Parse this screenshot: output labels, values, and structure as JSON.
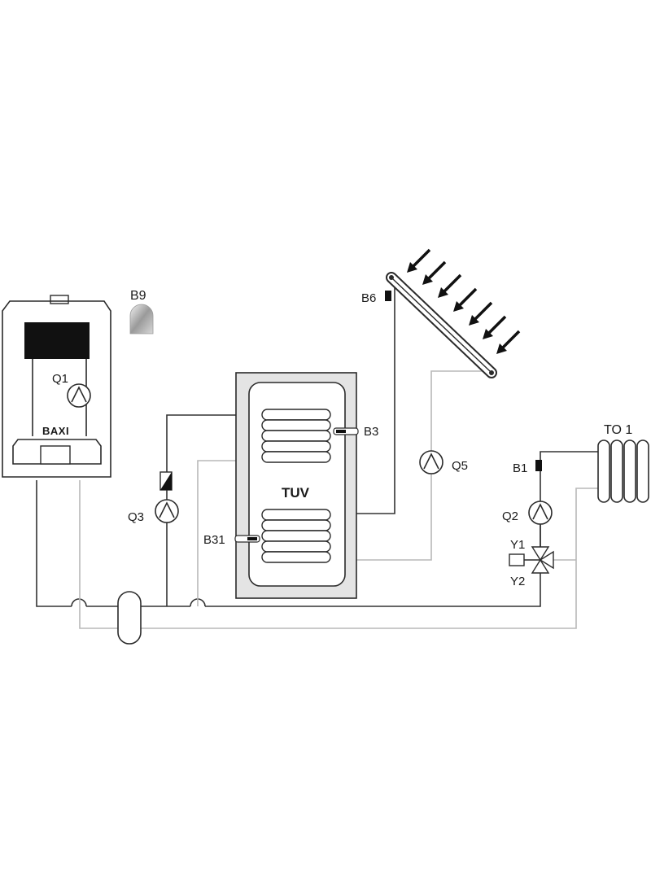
{
  "diagram": {
    "boiler": {
      "brand": "BAXI",
      "pump_label": "Q1"
    },
    "outdoor_sensor": {
      "label": "B9"
    },
    "tank": {
      "label": "TUV",
      "upper_sensor": "B3",
      "lower_sensor": "B31"
    },
    "boiler_tank_pump": {
      "label": "Q3"
    },
    "solar": {
      "sensor_label": "B6",
      "pump_label": "Q5"
    },
    "heating_circuit": {
      "radiator_label": "TO 1",
      "flow_sensor": "B1",
      "pump_label": "Q2",
      "valve_open_label": "Y1",
      "valve_close_label": "Y2"
    },
    "colors": {
      "dark_pipe": "#333333",
      "light_pipe": "#b8b8b8",
      "display": "#111111"
    }
  }
}
